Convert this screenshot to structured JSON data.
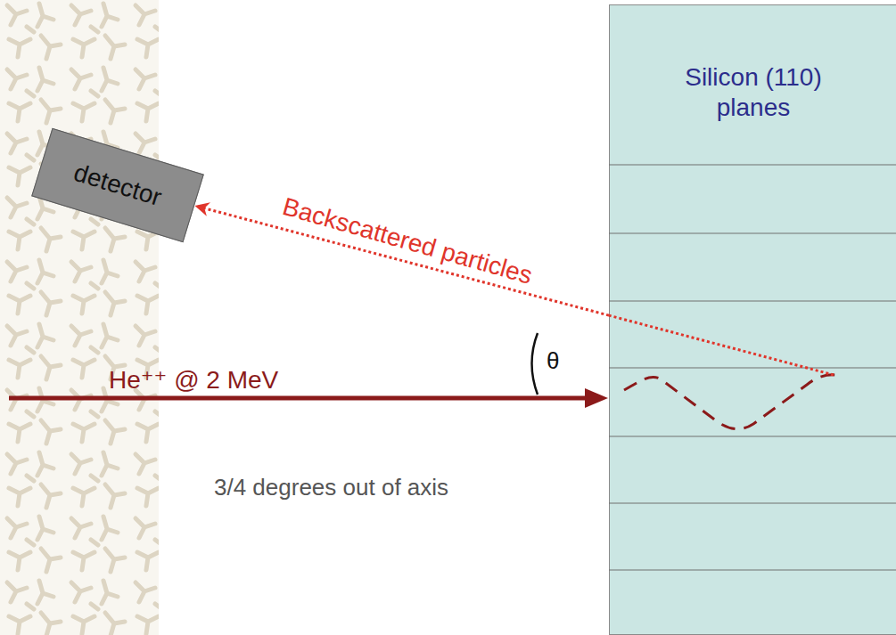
{
  "diagram": {
    "nodes": [
      {
        "text": [
          "Silicon (110) planes"
        ]
      },
      {
        "text": [
          "detector"
        ]
      }
    ],
    "edges": [
      {
        "from": 0,
        "to": 1,
        "arrow": "to",
        "label": "Backscattered particles"
      }
    ],
    "labels": [
      "He⁺⁺ @ 2 MeV",
      "θ",
      "3/4 degrees out of axis"
    ]
  }
}
